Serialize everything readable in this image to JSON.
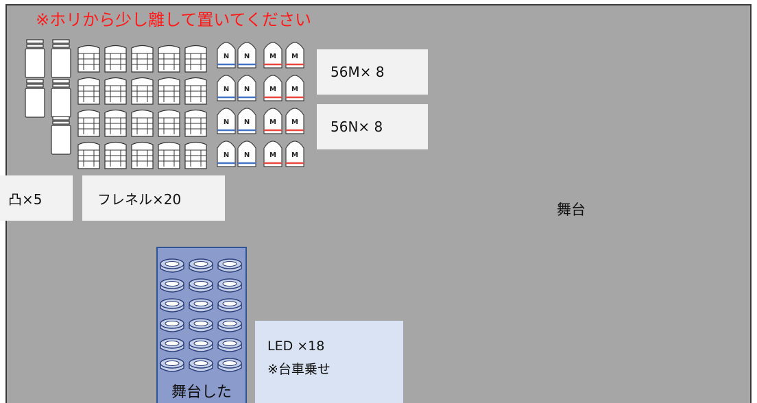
{
  "warning": "※ホリから少し離して置いてください",
  "stage_label": "舞台",
  "labels": {
    "m56": "56M× 8",
    "n56": "56N× 8",
    "convex": "凸×5",
    "fresnel": "フレネル×20",
    "led_line1": "LED ×18",
    "led_line2": "※台車乗せ",
    "rack": "舞台した"
  },
  "fixture_marks": {
    "n": "N",
    "m": "M"
  },
  "counts": {
    "convex": 5,
    "fresnel": 20,
    "n56": 8,
    "m56": 8,
    "led": 18
  },
  "colors": {
    "stage": "#a6a6a6",
    "warning": "#ff1a1a",
    "rack_fill": "#8b9bcb",
    "rack_border": "#2f5597",
    "n_stripe": "#4472c4",
    "m_stripe": "#e8473d",
    "led_box": "#dae3f3",
    "label_box": "#f2f2f2"
  }
}
